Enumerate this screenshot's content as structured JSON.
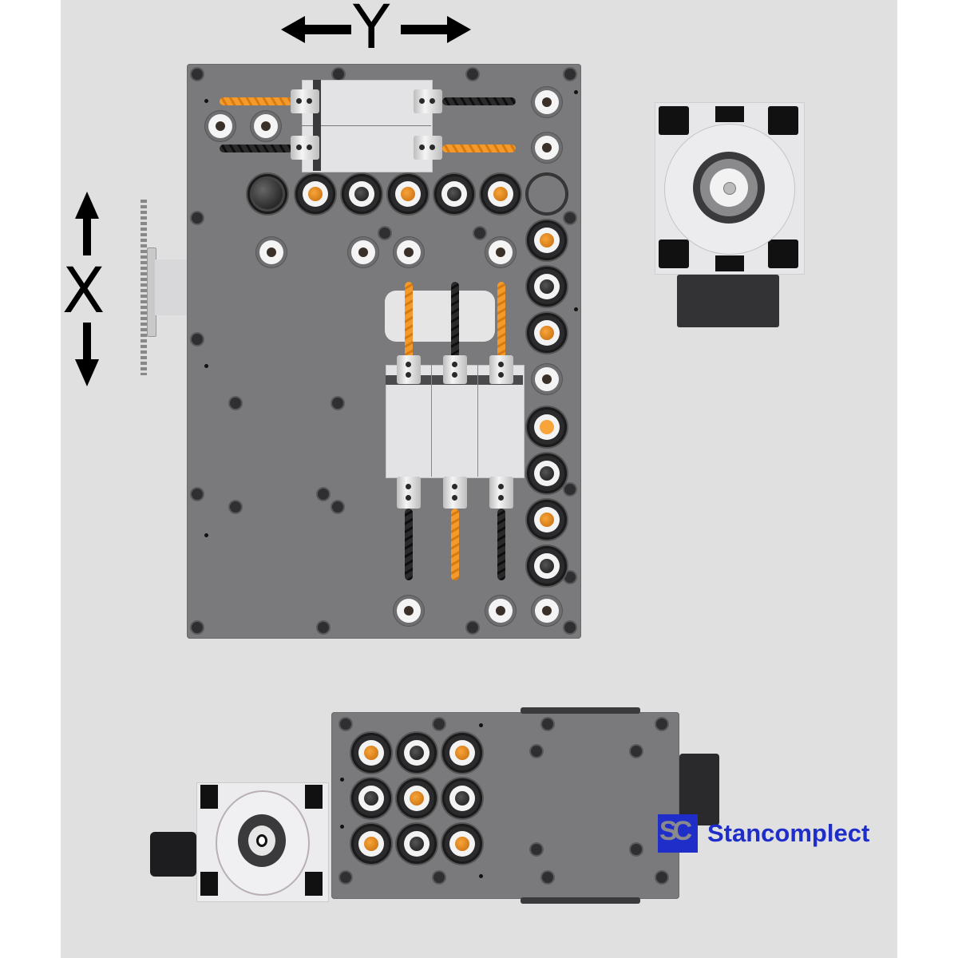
{
  "axes": {
    "y_label": "Y",
    "x_label": "X",
    "y_arrows": [
      "left-arrow",
      "right-arrow"
    ],
    "x_arrows": [
      "up-arrow",
      "down-arrow"
    ]
  },
  "brand": {
    "logo_mark": "SC",
    "name": "Stancomplect",
    "color": "#1f2ec9"
  },
  "colors": {
    "background": "#dfe0df",
    "plate": "#7a7a7d",
    "orange_tool": "#f39a2a",
    "black_tool": "#1a1a1a",
    "housing": "#e6e6e8"
  },
  "views": {
    "top_plate": {
      "horizontal_spindles": [
        {
          "left_tool": "orange",
          "right_tool": "black"
        },
        {
          "left_tool": "black",
          "right_tool": "orange"
        }
      ],
      "top_chuck_row": [
        "countersink",
        "orange",
        "dark",
        "orange",
        "dark",
        "orange",
        "empty"
      ],
      "right_chuck_column": [
        "orange",
        "dark",
        "orange",
        "bushing",
        "cross",
        "dark",
        "orange",
        "cross-dark"
      ],
      "vertical_spindles": [
        {
          "top_tool": "orange",
          "bottom_tool": "black"
        },
        {
          "top_tool": "black",
          "bottom_tool": "orange"
        },
        {
          "top_tool": "orange",
          "bottom_tool": "black"
        }
      ]
    },
    "side_motor_view": {
      "label": "motor-end-view"
    },
    "bottom_view": {
      "chuck_grid": [
        [
          "orange",
          "dark",
          "orange"
        ],
        [
          "cross-dark",
          "orange",
          "dark"
        ],
        [
          "orange",
          "dark",
          "orange"
        ]
      ]
    }
  }
}
